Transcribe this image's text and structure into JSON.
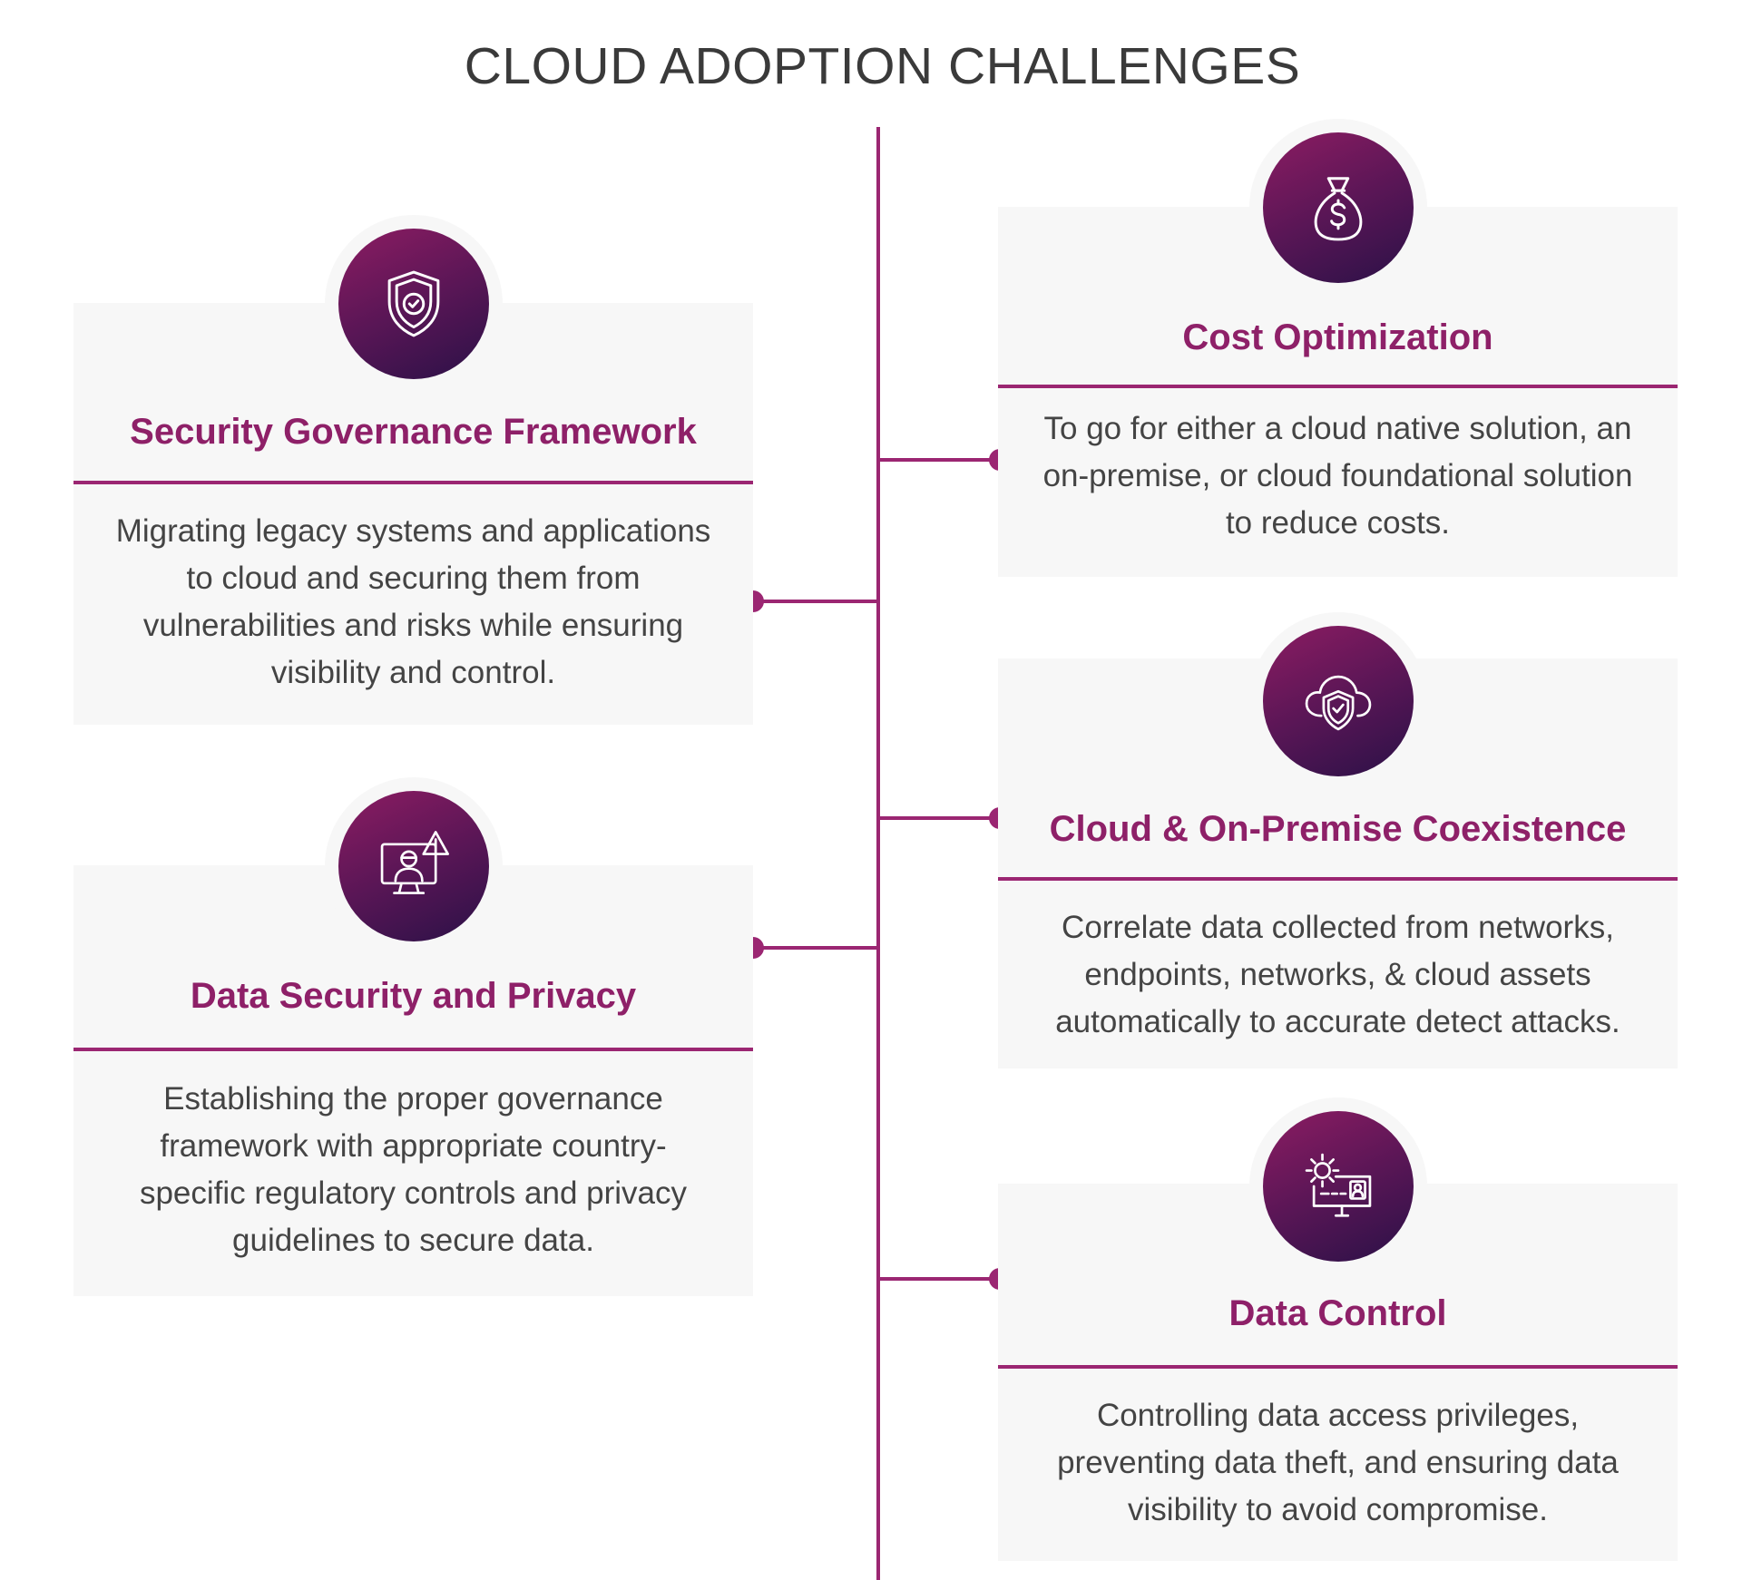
{
  "title": "CLOUD ADOPTION CHALLENGES",
  "colors": {
    "accent": "#9b2672",
    "title_text": "#8e2068",
    "card_bg": "#f7f7f7",
    "badge_dark": "#2b1147"
  },
  "cards": [
    {
      "title": "Security Governance Framework",
      "description": "Migrating legacy systems and applications to cloud and securing them from vulnerabilities and risks while ensuring visibility and control.",
      "icon": "shield-check-icon"
    },
    {
      "title": "Data Security and Privacy",
      "description": "Establishing the proper governance framework with appropriate country-specific regulatory controls and privacy guidelines to secure data.",
      "icon": "hacker-monitor-alert-icon"
    },
    {
      "title": "Cost Optimization",
      "description": "To go for either a cloud native solution, an on-premise, or cloud foundational solution to reduce costs.",
      "icon": "money-bag-icon"
    },
    {
      "title": "Cloud & On-Premise Coexistence",
      "description": "Correlate data collected from networks, endpoints, networks, & cloud assets automatically to accurate detect attacks.",
      "icon": "cloud-shield-icon"
    },
    {
      "title": "Data Control",
      "description": "Controlling data access privileges, preventing data theft, and ensuring data visibility to avoid compromise.",
      "icon": "gear-monitor-icon"
    }
  ]
}
